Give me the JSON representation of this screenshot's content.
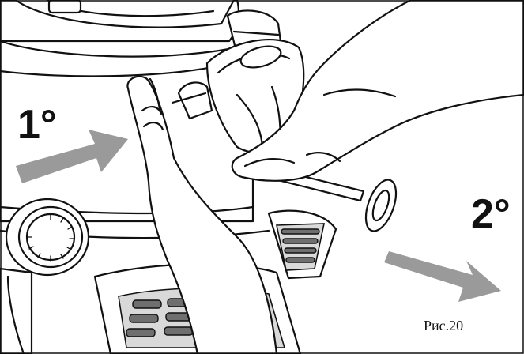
{
  "figure": {
    "step_1_label": "1°",
    "step_2_label": "2°",
    "caption": "Рис.20"
  },
  "colors": {
    "ink": "#111111",
    "arrow_grey": "#9a9a9a",
    "paper": "#ffffff"
  },
  "icons": {
    "step_1_arrow": "arrow-up-right-icon",
    "step_2_arrow": "arrow-down-right-icon"
  }
}
